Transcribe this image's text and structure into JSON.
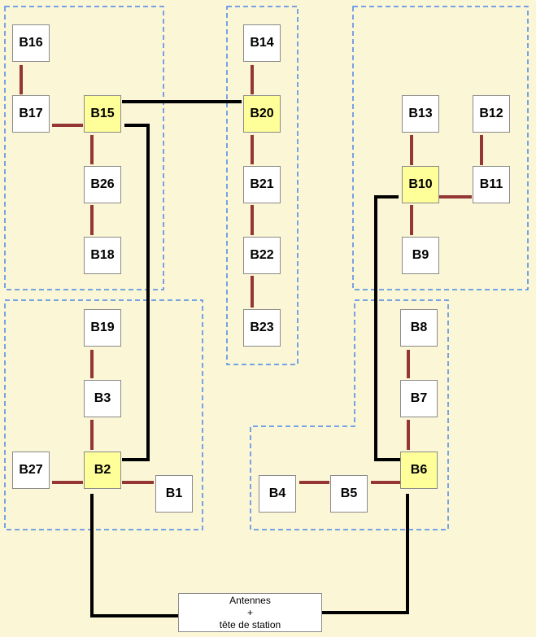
{
  "nodes": {
    "B16": "B16",
    "B17": "B17",
    "B15": "B15",
    "B26": "B26",
    "B18": "B18",
    "B14": "B14",
    "B20": "B20",
    "B21": "B21",
    "B22": "B22",
    "B23": "B23",
    "B13": "B13",
    "B12": "B12",
    "B10": "B10",
    "B11": "B11",
    "B9": "B9",
    "B19": "B19",
    "B3": "B3",
    "B27": "B27",
    "B2": "B2",
    "B1": "B1",
    "B8": "B8",
    "B7": "B7",
    "B6": "B6",
    "B5": "B5",
    "B4": "B4"
  },
  "head_station": {
    "line1": "Antennes",
    "line2": "+",
    "line3": "tête de station"
  },
  "colors": {
    "background": "#fbf6d6",
    "hub_fill": "#ffff99",
    "box_fill": "#ffffff",
    "group_border": "#4a86e8",
    "branch_arrow": "#943634",
    "trunk_line": "#000000"
  }
}
